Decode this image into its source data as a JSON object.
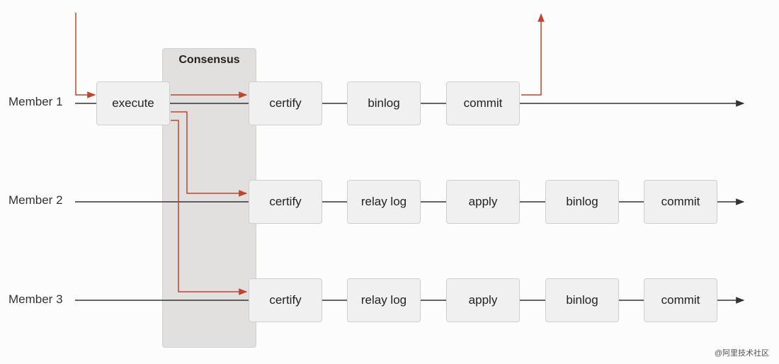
{
  "consensus": {
    "label": "Consensus"
  },
  "members": [
    {
      "label": "Member 1",
      "stages": [
        "execute",
        "certify",
        "binlog",
        "commit"
      ]
    },
    {
      "label": "Member 2",
      "stages": [
        "certify",
        "relay log",
        "apply",
        "binlog",
        "commit"
      ]
    },
    {
      "label": "Member 3",
      "stages": [
        "certify",
        "relay log",
        "apply",
        "binlog",
        "commit"
      ]
    }
  ],
  "colors": {
    "flow_arrow": "#c0452a",
    "timeline": "#333333",
    "box_fill": "#f0f0f0",
    "consensus_fill": "#e2e0de"
  },
  "watermark": "@阿里技术社区"
}
